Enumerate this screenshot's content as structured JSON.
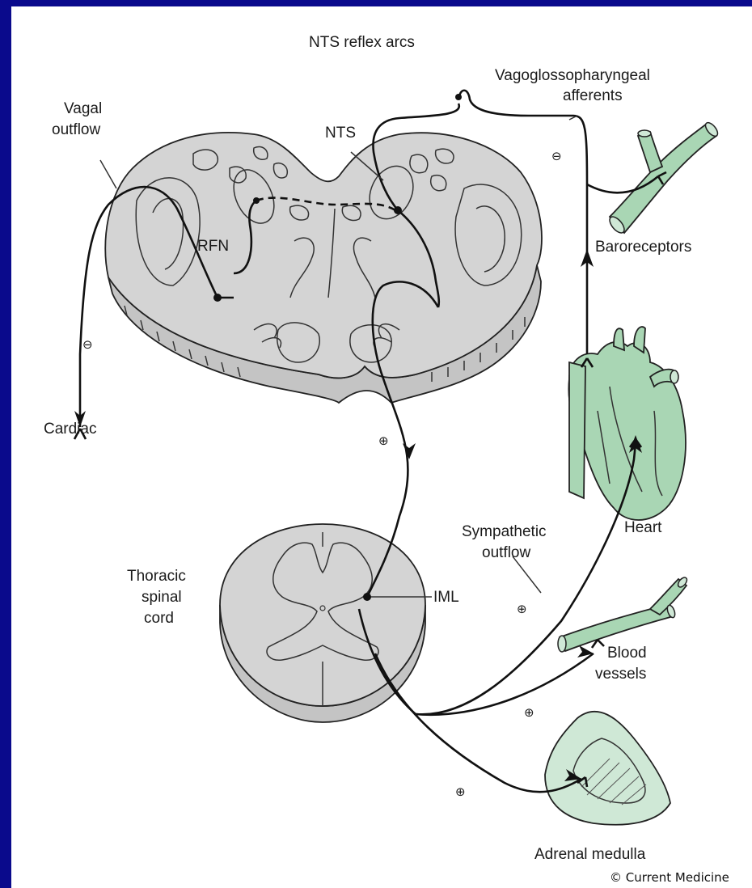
{
  "title": "NTS reflex arcs",
  "labels": {
    "vagal_outflow": [
      "Vagal",
      "outflow"
    ],
    "nts": "NTS",
    "vagoglossopharyngeal_afferents": [
      "Vagoglossopharyngeal",
      "afferents"
    ],
    "rfn": "RFN",
    "baroreceptors": "Baroreceptors",
    "cardiac": "Cardiac",
    "heart": "Heart",
    "sympathetic_outflow": [
      "Sympathetic",
      "outflow"
    ],
    "thoracic_spinal_cord": [
      "Thoracic",
      "spinal",
      "cord"
    ],
    "iml": "IML",
    "blood_vessels": [
      "Blood",
      "vessels"
    ],
    "adrenal_medulla": "Adrenal medulla"
  },
  "signs": {
    "inhibitory": "⊖",
    "excitatory": "⊕"
  },
  "copyright": "© Current Medicine",
  "colors": {
    "background_border": "#0a0a8c",
    "tissue_gray": "#d4d4d4",
    "organ_green": "#a9d6b4",
    "ink": "#111111"
  }
}
